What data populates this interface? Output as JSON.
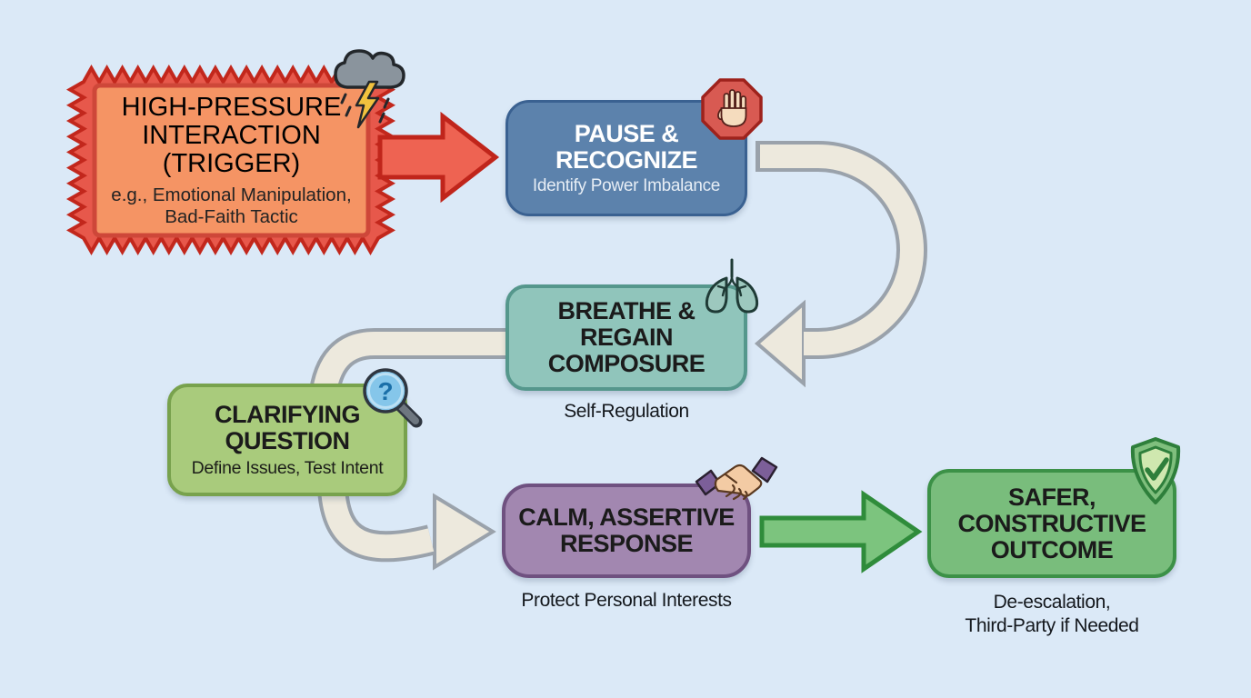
{
  "background_color": "#DBE9F7",
  "nodes": {
    "trigger": {
      "title": "HIGH-PRESSURE\nINTERACTION\n(TRIGGER)",
      "subtitle": "e.g., Emotional Manipulation,\nBad-Faith Tactic",
      "fill": "#F59464",
      "border": "#CE4739",
      "burst_fill": "#E7584B",
      "icon": "storm-cloud-icon"
    },
    "pause": {
      "title": "PAUSE &\nRECOGNIZE",
      "subtitle": "Identify Power Imbalance",
      "fill": "#5C82AC",
      "border": "#3A6191",
      "icon": "stop-hand-icon"
    },
    "breathe": {
      "title": "BREATHE &\nREGAIN\nCOMPOSURE",
      "caption": "Self-Regulation",
      "fill": "#90C5BB",
      "border": "#55978C",
      "icon": "lungs-icon"
    },
    "clarify": {
      "title": "CLARIFYING\nQUESTION",
      "subtitle": "Define Issues, Test Intent",
      "fill": "#A9CB7C",
      "border": "#78A24D",
      "icon": "magnifier-question-icon"
    },
    "respond": {
      "title": "CALM, ASSERTIVE\nRESPONSE",
      "caption": "Protect Personal Interests",
      "fill": "#A287B0",
      "border": "#6F5180",
      "icon": "handshake-icon"
    },
    "outcome": {
      "title": "SAFER,\nCONSTRUCTIVE\nOUTCOME",
      "caption": "De-escalation,\nThird-Party if Needed",
      "fill": "#79BD7C",
      "border": "#3C9147",
      "icon": "shield-check-icon"
    }
  },
  "icons": {
    "question_mark": "?"
  },
  "arrows": [
    {
      "name": "trigger-to-pause",
      "style": "straight",
      "color": "#EE6352",
      "outline": "#C0251B"
    },
    {
      "name": "pause-to-breathe",
      "style": "curved",
      "color": "#EDE9DD",
      "outline": "#9AA2AB"
    },
    {
      "name": "breathe-to-clarify",
      "style": "curved",
      "color": "#EDE9DD",
      "outline": "#9AA2AB"
    },
    {
      "name": "clarify-to-respond",
      "style": "curved",
      "color": "#EDE9DD",
      "outline": "#9AA2AB"
    },
    {
      "name": "respond-to-outcome",
      "style": "straight",
      "color": "#7CC47E",
      "outline": "#2F8C3B"
    }
  ]
}
